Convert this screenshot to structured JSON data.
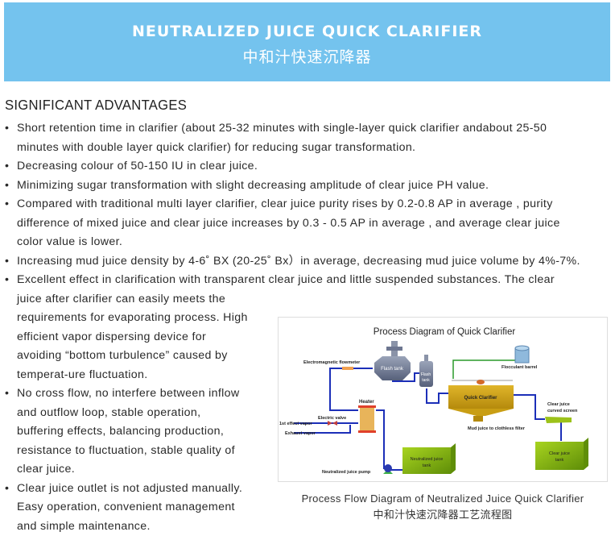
{
  "banner": {
    "title": "NEUTRALIZED JUICE QUICK CLARIFIER",
    "subtitle": "中和汁快速沉降器",
    "color": "#74c3ee"
  },
  "section_heading": "SIGNIFICANT ADVANTAGES",
  "advantages": [
    {
      "lines": [
        "Short retention time in clarifier (about 25-32 minutes with single-layer quick clarifier andabout 25-50",
        "minutes with double layer quick clarifier) for reducing sugar transformation."
      ]
    },
    {
      "lines": [
        "Decreasing colour of 50-150 IU in clear juice."
      ]
    },
    {
      "lines": [
        "Minimizing sugar transformation with slight decreasing amplitude of clear juice PH value."
      ]
    },
    {
      "lines": [
        "Compared with traditional multi layer clarifier, clear juice purity rises by 0.2-0.8 AP in average , purity",
        "difference of mixed juice and clear juice increases by 0.3 - 0.5  AP in average , and average clear juice",
        "color value is lower."
      ]
    },
    {
      "lines": [
        "Increasing mud juice density by 4-6˚ BX (20-25˚ Bx）in average, decreasing mud juice volume by 4%-7%."
      ]
    },
    {
      "lines": [
        "Excellent effect in clarification with transparent clear juice and little suspended substances. The clear",
        "juice after clarifier can easily meets the",
        "requirements for evaporating process. High",
        "efficient vapor dispersing device for",
        "avoiding “bottom turbulence” caused by",
        "temperat-ure fluctuation."
      ]
    },
    {
      "lines": [
        "No cross flow, no interfere between inflow",
        "and outflow loop, stable operation,",
        "buffering effects, balancing production,",
        "resistance to fluctuation, stable quality of",
        "clear juice."
      ]
    },
    {
      "lines": [
        "Clear juice outlet is not adjusted manually.",
        "Easy operation, convenient management",
        " and simple maintenance."
      ]
    }
  ],
  "bullet_char": "•",
  "diagram": {
    "title": "Process Diagram of Quick Clarifier",
    "labels": {
      "flowmeter": "Electromagnetic flowmeter",
      "flash_tank_1": "Flash tank",
      "flash_tank_2_a": "Flash",
      "flash_tank_2_b": "tank",
      "flocculant": "Flocculant barrel",
      "clarifier": "Quick Clarifier",
      "heater": "Heater",
      "valve": "Electric valve",
      "vapor1": "1st effect vapor",
      "vapor2": "Exhaust vapor",
      "mud": "Mud juice to clothless filter",
      "screen_a": "Clear juice",
      "screen_b": "curved screen",
      "clear_tank_a": "Clear juice",
      "clear_tank_b": "tank",
      "neut_tank_a": "Neutralized juice",
      "neut_tank_b": "tank",
      "pump": "Neutralized juice pump"
    }
  },
  "caption": {
    "en": "Process Flow Diagram of Neutralized Juice Quick Clarifier",
    "zh": "中和汁快速沉降器工艺流程图"
  }
}
